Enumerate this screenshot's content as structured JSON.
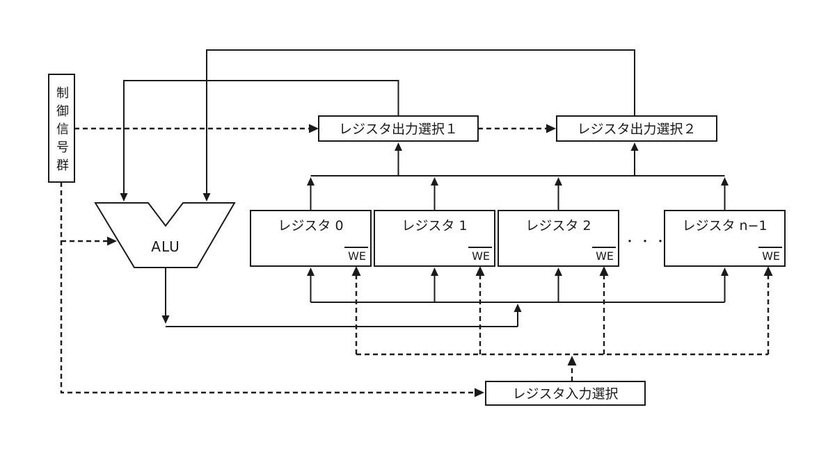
{
  "diagram": {
    "background": "#ffffff",
    "line_color": "#1a1a1a",
    "control_signal_box": {
      "label": "制御信号群"
    },
    "alu": {
      "label": "ALU"
    },
    "register_output_select_1": {
      "label": "レジスタ出力選択１"
    },
    "register_output_select_2": {
      "label": "レジスタ出力選択２"
    },
    "registers": [
      {
        "label": "レジスタ 0",
        "we_label": "WE"
      },
      {
        "label": "レジスタ 1",
        "we_label": "WE"
      },
      {
        "label": "レジスタ 2",
        "we_label": "WE"
      },
      {
        "label": "レジスタ n−1",
        "we_label": "WE"
      }
    ],
    "ellipsis": "・・・",
    "register_input_select": {
      "label": "レジスタ入力選択"
    }
  }
}
